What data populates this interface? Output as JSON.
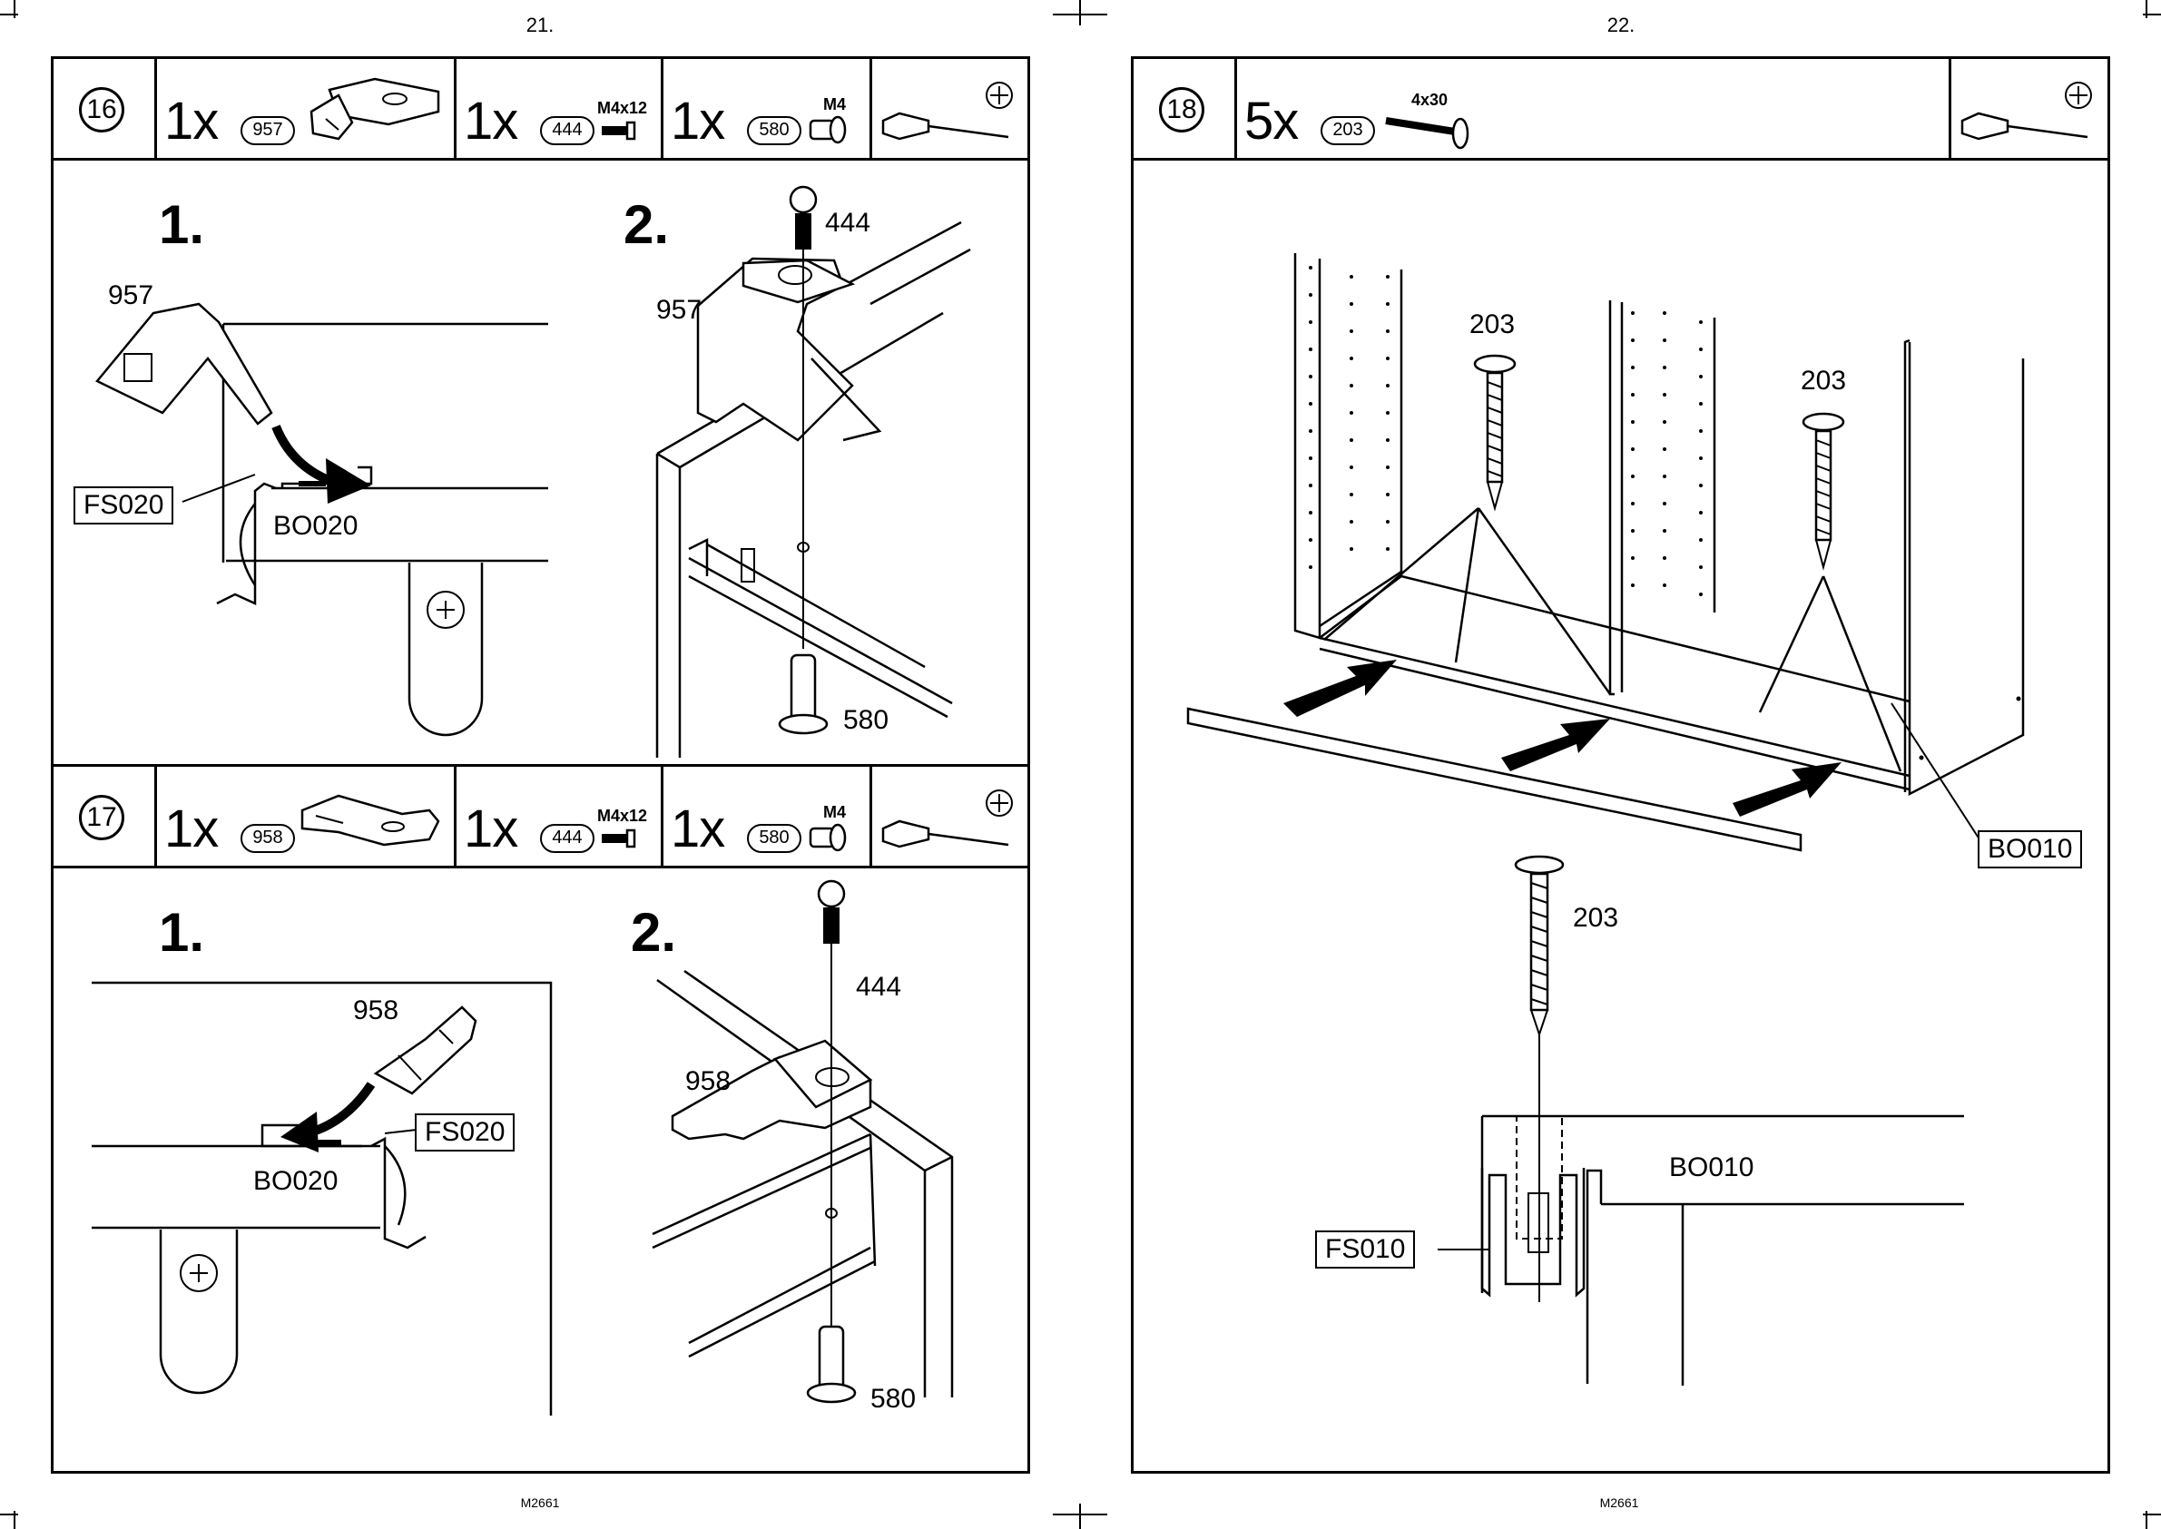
{
  "pages": {
    "left": {
      "number": "21.",
      "code": "M2661"
    },
    "right": {
      "number": "22.",
      "code": "M2661"
    }
  },
  "steps": [
    {
      "id": "16",
      "parts": [
        {
          "qty": "1x",
          "id": "957",
          "spec": ""
        },
        {
          "qty": "1x",
          "id": "444",
          "spec": "M4x12"
        },
        {
          "qty": "1x",
          "id": "580",
          "spec": "M4"
        }
      ],
      "tool": "phillips-screwdriver",
      "sub": [
        {
          "num": "1.",
          "labels": {
            "part": "957",
            "fitting": "FS020",
            "board": "BO020"
          }
        },
        {
          "num": "2.",
          "labels": {
            "screw": "444",
            "fitting": "957",
            "nut": "580"
          }
        }
      ]
    },
    {
      "id": "17",
      "parts": [
        {
          "qty": "1x",
          "id": "958",
          "spec": ""
        },
        {
          "qty": "1x",
          "id": "444",
          "spec": "M4x12"
        },
        {
          "qty": "1x",
          "id": "580",
          "spec": "M4"
        }
      ],
      "tool": "phillips-screwdriver",
      "sub": [
        {
          "num": "1.",
          "labels": {
            "part": "958",
            "fitting": "FS020",
            "board": "BO020"
          }
        },
        {
          "num": "2.",
          "labels": {
            "screw": "444",
            "fitting": "958",
            "nut": "580"
          }
        }
      ]
    },
    {
      "id": "18",
      "parts": [
        {
          "qty": "5x",
          "id": "203",
          "spec": "4x30"
        }
      ],
      "tool": "phillips-screwdriver",
      "labels": {
        "screw_a": "203",
        "screw_b": "203",
        "screw_c": "203",
        "board_top": "BO010",
        "board_bottom": "BO010",
        "fitting": "FS010"
      }
    }
  ]
}
